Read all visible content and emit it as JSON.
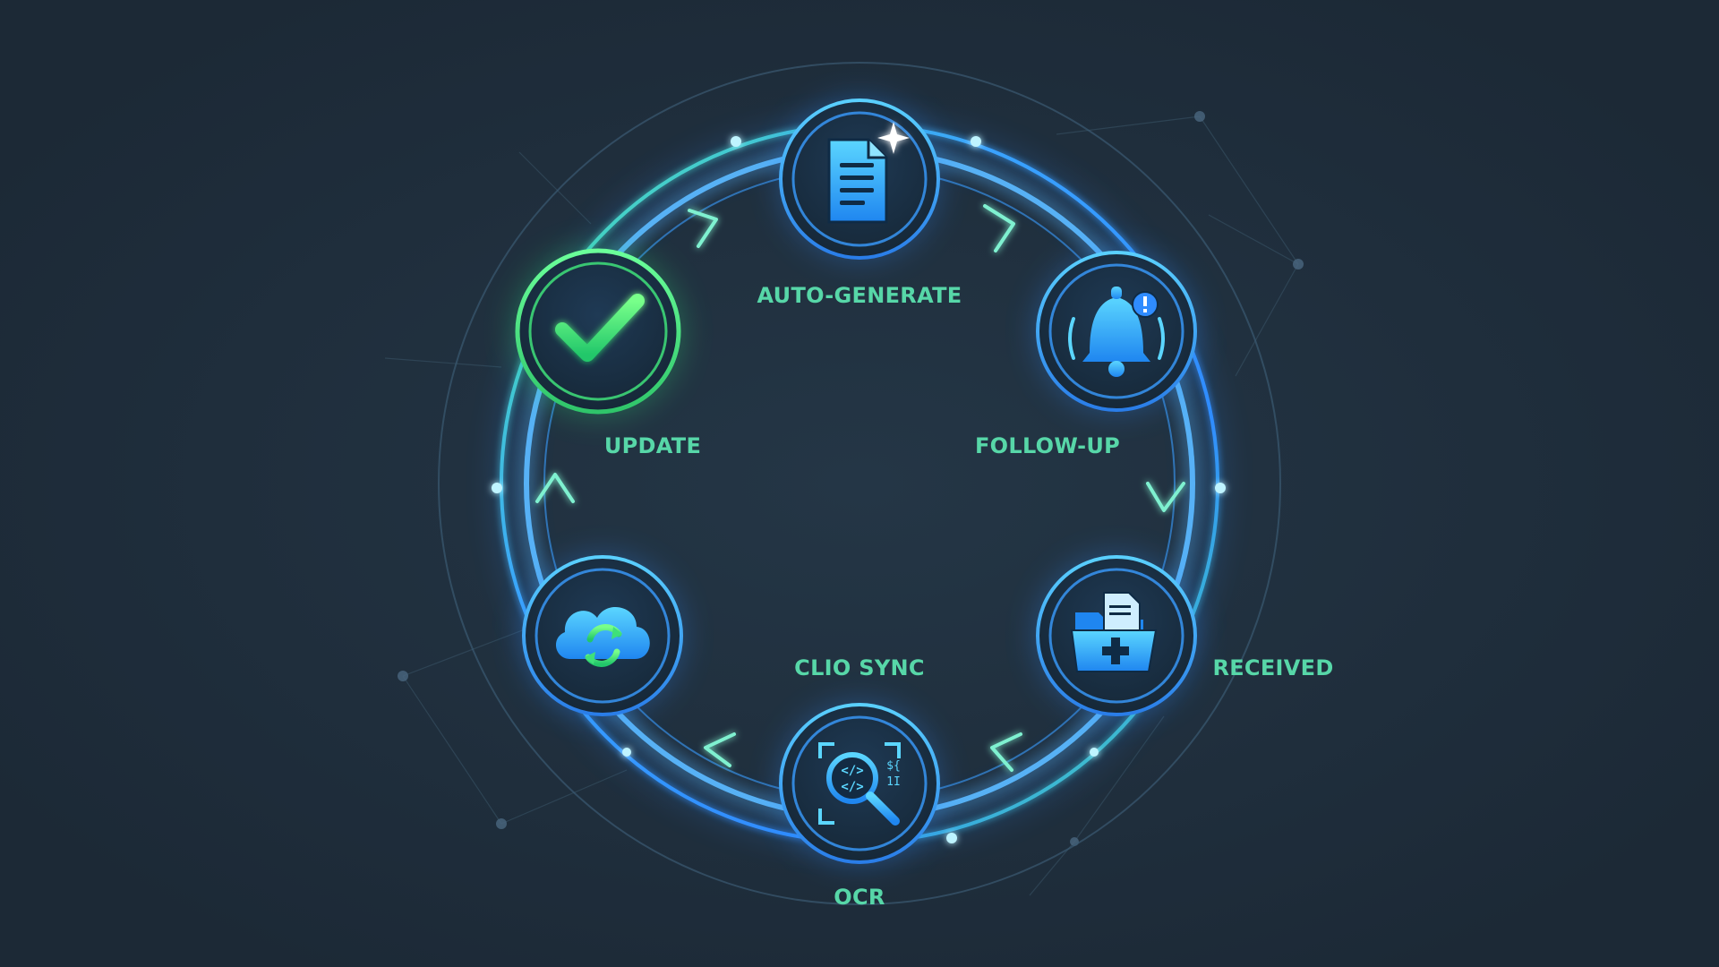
{
  "diagram": {
    "steps": [
      {
        "id": "auto-generate",
        "label": "AUTO-GENERATE",
        "icon": "document-sparkle-icon"
      },
      {
        "id": "follow-up",
        "label": "FOLLOW-UP",
        "icon": "bell-alert-icon"
      },
      {
        "id": "received",
        "label": "RECEIVED",
        "icon": "folder-add-document-icon"
      },
      {
        "id": "ocr",
        "label": "OCR",
        "icon": "code-scan-magnifier-icon"
      },
      {
        "id": "clio-sync",
        "label": "CLIO SYNC",
        "icon": "cloud-sync-icon"
      },
      {
        "id": "update",
        "label": "UPDATE",
        "icon": "checkmark-icon"
      }
    ],
    "flow_direction": "clockwise"
  },
  "colors": {
    "background": "#1f2d3b",
    "ring_glow": "#3aa3ff",
    "accent_green": "#3fe07a",
    "label_text": "#57d7a8",
    "icon_blue": "#29a9ff"
  }
}
